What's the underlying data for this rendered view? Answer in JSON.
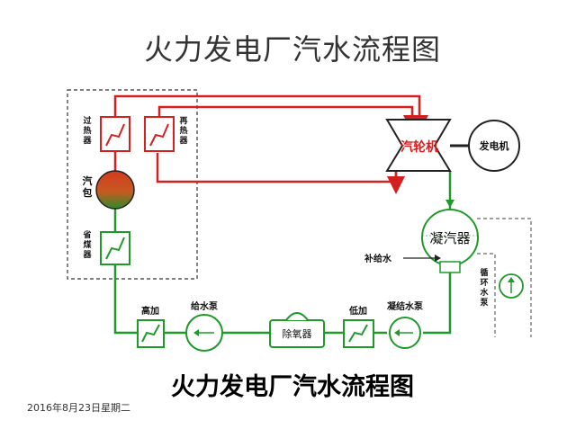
{
  "title_top": "火力发电厂汽水流程图",
  "title_bottom": "火力发电厂汽水流程图",
  "date": "2016年8月23日星期二",
  "labels": {
    "superheater": "过热器",
    "reheater": "再热器",
    "drum": "汽包",
    "economizer": "省煤器",
    "turbine": "汽轮机",
    "generator": "发电机",
    "condenser": "凝汽器",
    "makeup_water": "补给水",
    "circulating_water": "循环水泵",
    "hp_heater": "高加",
    "feed_pump": "给水泵",
    "deaerator": "除氧器",
    "lp_heater": "低加",
    "condensate_pump": "凝结水泵"
  },
  "colors": {
    "steam": "#d42020",
    "water": "#1f9a2a",
    "drum_top": "#d43a1e",
    "drum_bottom": "#2f8a2a",
    "boiler_border": "#333333"
  }
}
